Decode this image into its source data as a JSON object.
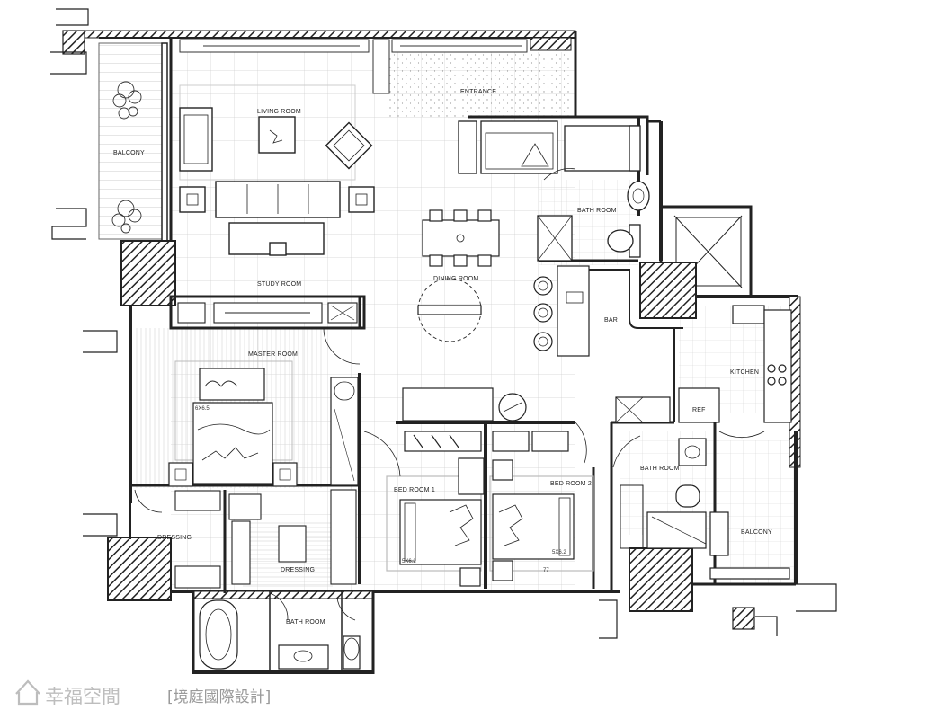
{
  "rooms": {
    "balcony_west": "BALCONY",
    "living_room": "LIVING ROOM",
    "entrance": "ENTRANCE",
    "bath_room_1": "BATH ROOM",
    "study_room": "STUDY ROOM",
    "dining_room": "DINING ROOM",
    "bar": "BAR",
    "kitchen": "KITCHEN",
    "ref": "REF",
    "master_room": "MASTER ROOM",
    "bath_room_2": "BATH ROOM",
    "balcony_east": "BALCONY",
    "bed_room_1": "BED ROOM 1",
    "bed_room_2": "BED ROOM 2",
    "dressing_1": "DRESSING",
    "dressing_2": "DRESSING",
    "bath_room_3": "BATH ROOM"
  },
  "dimensions": {
    "master_bed": "6X6.5",
    "bed_room_1_bed": "5X6.2",
    "bed_room_2_bed": "5X6.2",
    "small_mark": "77"
  },
  "watermark": {
    "brand": "幸福空間",
    "company": "[境庭國際設計]"
  },
  "colors": {
    "wall": "#2a2a2a",
    "line": "#3a3a3a",
    "watermark": "#bdbdbd"
  }
}
